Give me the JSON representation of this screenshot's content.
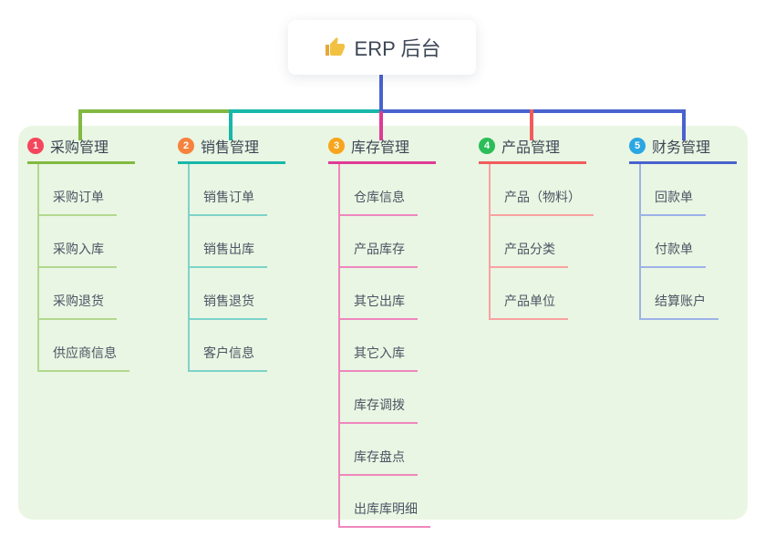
{
  "root": {
    "label": "ERP 后台",
    "icon": "thumbs-up-icon",
    "icon_color": "#f2c141"
  },
  "colors": {
    "panel_bg": "#e9f6e3",
    "blue": "#4a62ce",
    "green": "#82b941",
    "teal": "#18b7aa",
    "magenta": "#de3b95",
    "red": "#f15c5c"
  },
  "branches": [
    {
      "num": "1",
      "label": "采购管理",
      "badge_color": "#f4465c",
      "line_color": "#82b941",
      "sub_line_color": "#b2d88f",
      "children": [
        "采购订单",
        "采购入库",
        "采购退货",
        "供应商信息"
      ]
    },
    {
      "num": "2",
      "label": "销售管理",
      "badge_color": "#f6823d",
      "line_color": "#18b7aa",
      "sub_line_color": "#7ed3c9",
      "children": [
        "销售订单",
        "销售出库",
        "销售退货",
        "客户信息"
      ]
    },
    {
      "num": "3",
      "label": "库存管理",
      "badge_color": "#f8a51e",
      "line_color": "#de3b95",
      "sub_line_color": "#ee87bd",
      "children": [
        "仓库信息",
        "产品库存",
        "其它出库",
        "其它入库",
        "库存调拨",
        "库存盘点",
        "出库库明细"
      ]
    },
    {
      "num": "4",
      "label": "产品管理",
      "badge_color": "#2cbd58",
      "line_color": "#f15c5c",
      "sub_line_color": "#f8a2a2",
      "children": [
        "产品（物料）",
        "产品分类",
        "产品单位"
      ]
    },
    {
      "num": "5",
      "label": "财务管理",
      "badge_color": "#2ba7e1",
      "line_color": "#4a62ce",
      "sub_line_color": "#9db2e8",
      "children": [
        "回款单",
        "付款单",
        "结算账户"
      ]
    }
  ]
}
